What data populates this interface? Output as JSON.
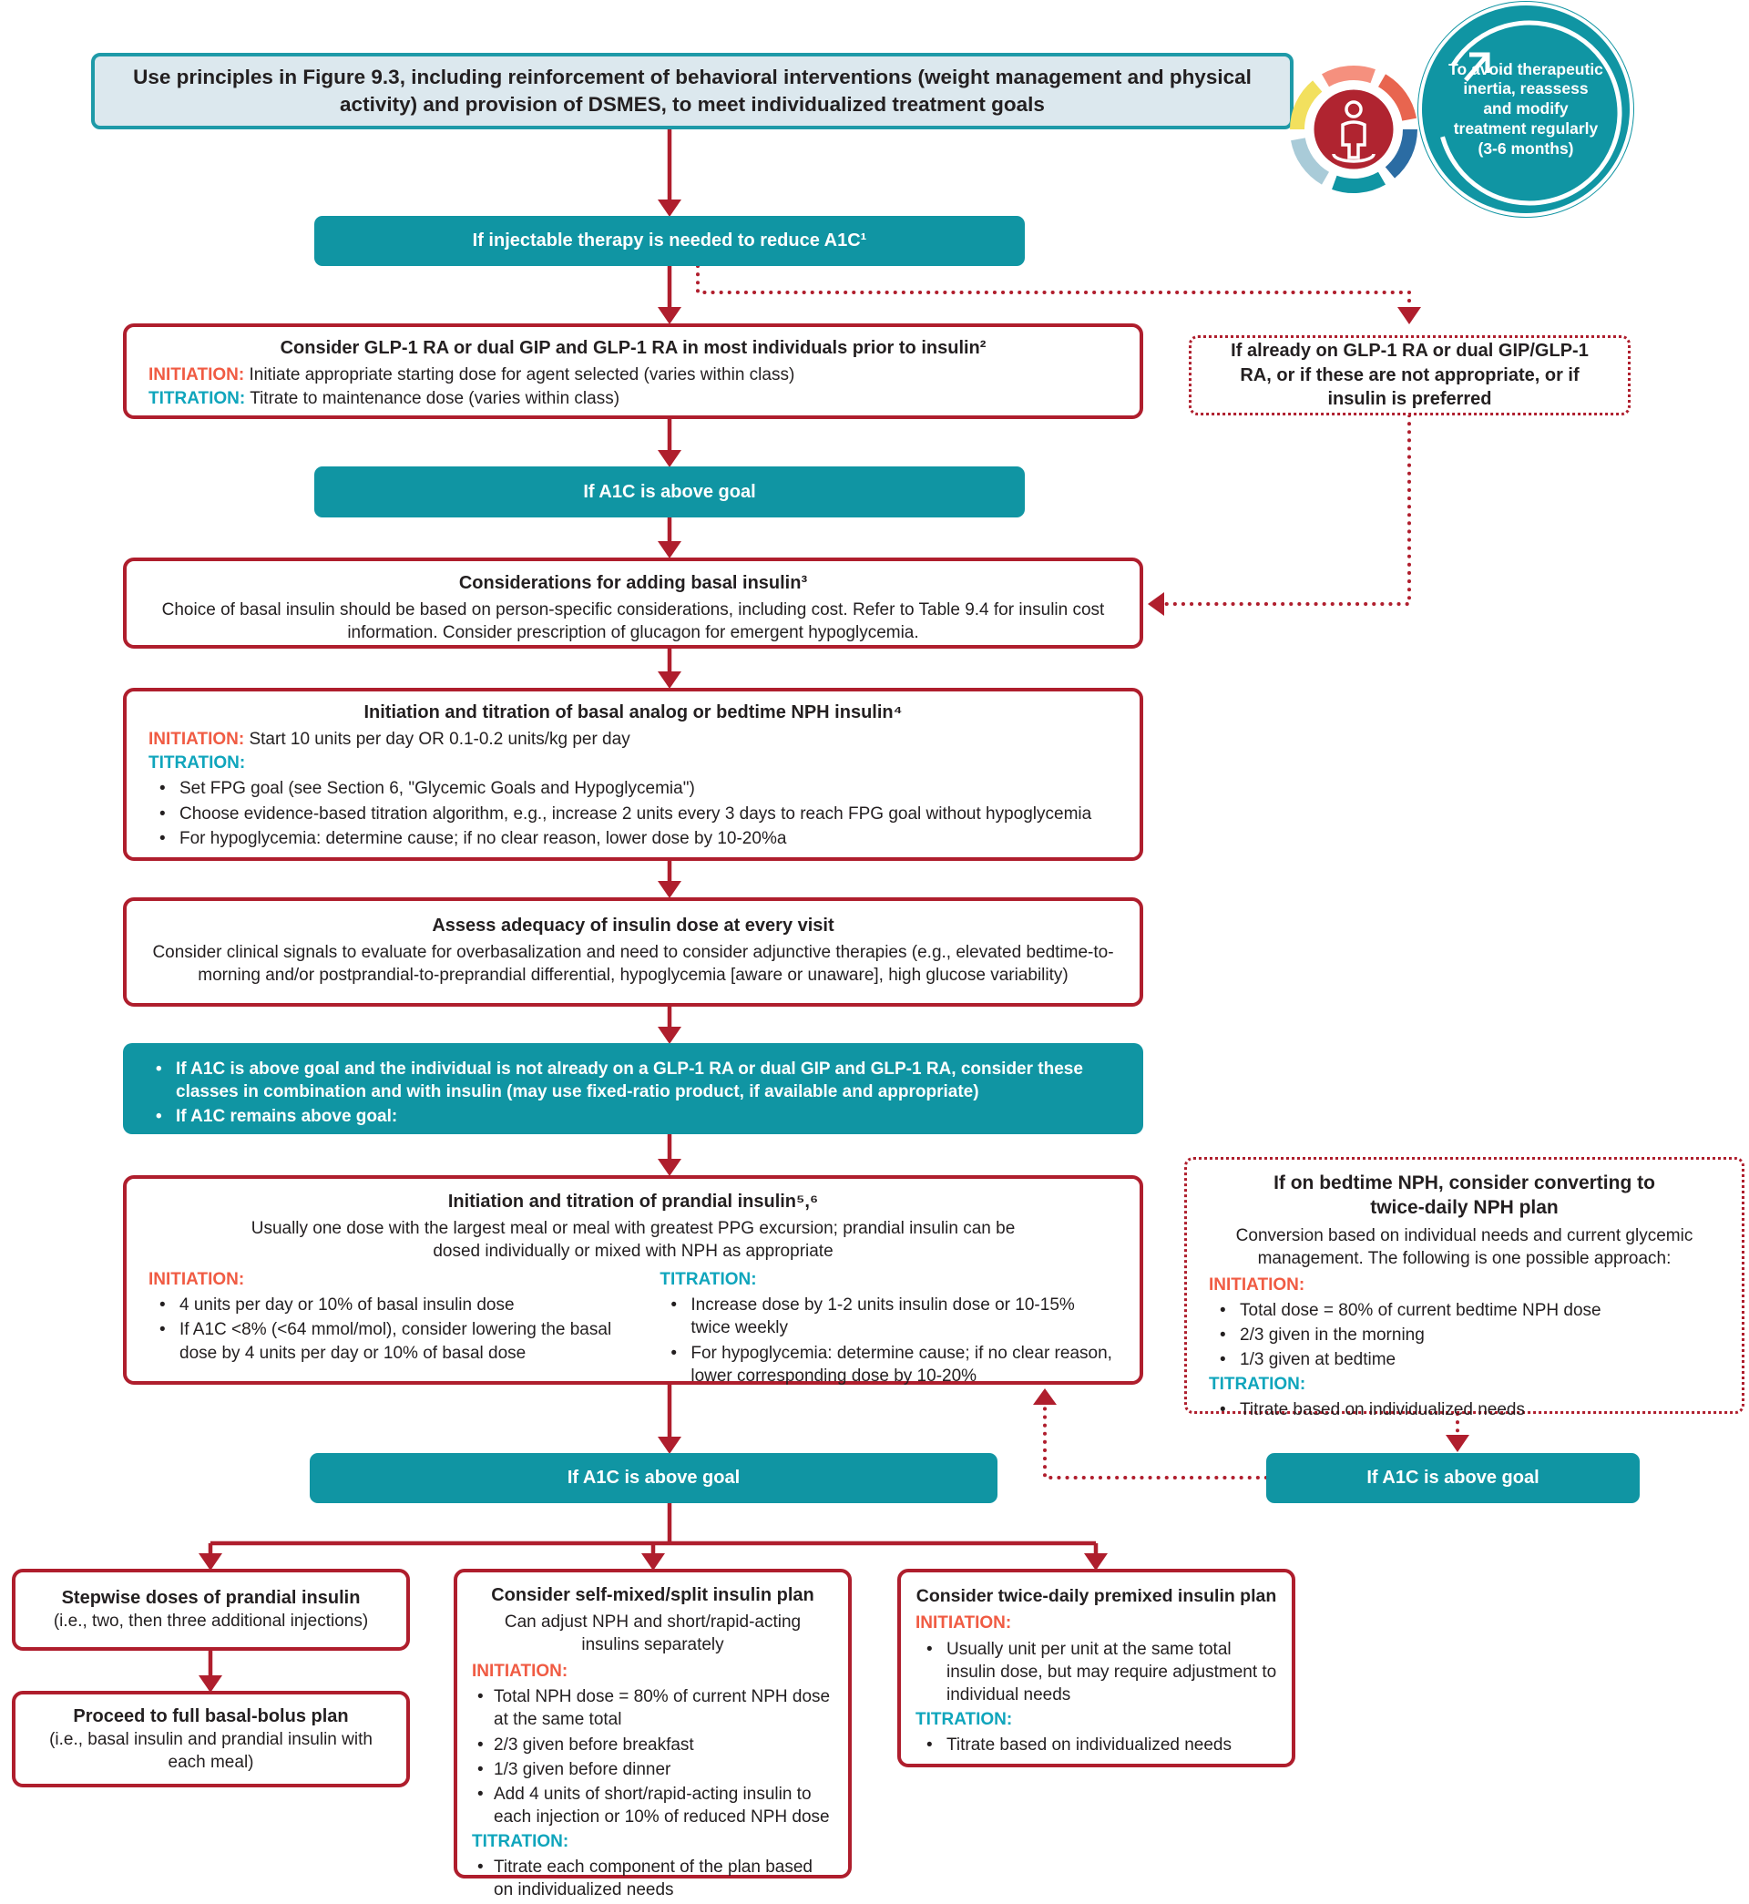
{
  "colors": {
    "teal": "#1095A3",
    "red": "#AF1E2D",
    "initiation_orange": "#F05B43",
    "titration_teal": "#0FA5BC",
    "header_fill": "#DCE8EE"
  },
  "header": {
    "text": "Use principles in Figure 9.3, including reinforcement of behavioral interventions (weight management and physical activity) and provision of DSMES, to meet individualized treatment goals"
  },
  "badge": {
    "text": "To avoid therapeutic inertia, reassess and modify treatment regularly (3-6 months)"
  },
  "labels": {
    "initiation": "INITIATION:",
    "titration": "TITRATION:"
  },
  "bands": {
    "injectable": "If injectable therapy is needed to reduce A1C¹",
    "a1c_above": "If A1C is above goal",
    "a1c_above_left": "If A1C is above goal",
    "a1c_above_right": "If A1C is above goal"
  },
  "boxes": {
    "glp1": {
      "title": "Consider GLP-1 RA or dual GIP and GLP-1 RA in most individuals prior to insulin²",
      "initiation": "Initiate appropriate starting dose for agent selected (varies within class)",
      "titration": "Titrate to maintenance dose (varies within class)"
    },
    "already_on": {
      "text": "If already on GLP-1 RA or dual GIP/GLP-1 RA, or if these are not appropriate, or if insulin is preferred"
    },
    "basal_considerations": {
      "title": "Considerations for adding basal insulin³",
      "body": "Choice of basal insulin should be based on person-specific considerations, including cost. Refer to Table 9.4 for insulin cost information. Consider prescription of glucagon for emergent hypoglycemia."
    },
    "basal_init": {
      "title": "Initiation and titration of basal analog or bedtime NPH insulin⁴",
      "initiation": "Start 10 units per day OR 0.1-0.2 units/kg per day",
      "titration_bullets": [
        "Set FPG goal (see Section 6, \"Glycemic Goals and Hypoglycemia\")",
        "Choose evidence-based titration algorithm, e.g., increase 2 units every 3 days to reach FPG goal without hypoglycemia",
        "For hypoglycemia: determine cause; if no clear reason, lower dose by 10-20%a"
      ]
    },
    "assess": {
      "title": "Assess adequacy of insulin dose at every visit",
      "body": "Consider clinical signals to evaluate for overbasalization and need to consider adjunctive therapies (e.g., elevated bedtime-to-morning and/or postprandial-to-preprandial differential, hypoglycemia [aware or unaware], high glucose variability)"
    },
    "combo": {
      "bullets": [
        "If A1C is above goal and the individual is not already on a GLP-1 RA or dual GIP and GLP-1 RA, consider these classes in combination and with insulin (may use fixed-ratio product, if available and appropriate)",
        "If A1C remains above goal:"
      ]
    },
    "prandial": {
      "title": "Initiation and titration of prandial insulin⁵,⁶",
      "subtitle": "Usually one dose with the largest meal or meal with greatest PPG excursion; prandial insulin can be dosed individually or mixed with NPH as appropriate",
      "initiation_bullets": [
        "4 units per day or 10% of basal insulin dose",
        "If A1C <8% (<64 mmol/mol), consider lowering the basal dose by 4 units per day or 10% of basal dose"
      ],
      "titration_bullets": [
        "Increase dose by 1-2 units insulin dose or 10-15% twice weekly",
        "For hypoglycemia: determine cause; if no clear reason, lower corresponding dose by 10-20%"
      ]
    },
    "nph_convert": {
      "title": "If on bedtime NPH, consider converting to twice-daily NPH plan",
      "body": "Conversion based on individual needs and current glycemic management. The following is one possible approach:",
      "initiation_bullets": [
        "Total dose = 80% of current bedtime NPH dose",
        "2/3 given in the morning",
        "1/3 given at bedtime"
      ],
      "titration_bullets": [
        "Titrate based on individualized needs"
      ]
    },
    "stepwise": {
      "title": "Stepwise doses of prandial insulin",
      "subtitle": "(i.e., two, then three additional injections)"
    },
    "basal_bolus": {
      "title": "Proceed to full basal-bolus plan",
      "subtitle": "(i.e., basal insulin and prandial insulin with each meal)"
    },
    "self_mixed": {
      "title": "Consider self-mixed/split insulin plan",
      "subtitle": "Can adjust NPH and short/rapid-acting insulins separately",
      "initiation_bullets": [
        "Total NPH dose = 80% of current NPH dose at the same total",
        "2/3 given before breakfast",
        "1/3 given before dinner",
        "Add 4 units of short/rapid-acting insulin to each injection or 10% of reduced NPH dose"
      ],
      "titration_bullets": [
        "Titrate each component of the plan based on individualized needs"
      ]
    },
    "premixed": {
      "title": "Consider twice-daily premixed insulin plan",
      "initiation_bullets": [
        "Usually unit per unit at the same total insulin dose, but may require adjustment to individual needs"
      ],
      "titration_bullets": [
        "Titrate based on individualized needs"
      ]
    }
  }
}
